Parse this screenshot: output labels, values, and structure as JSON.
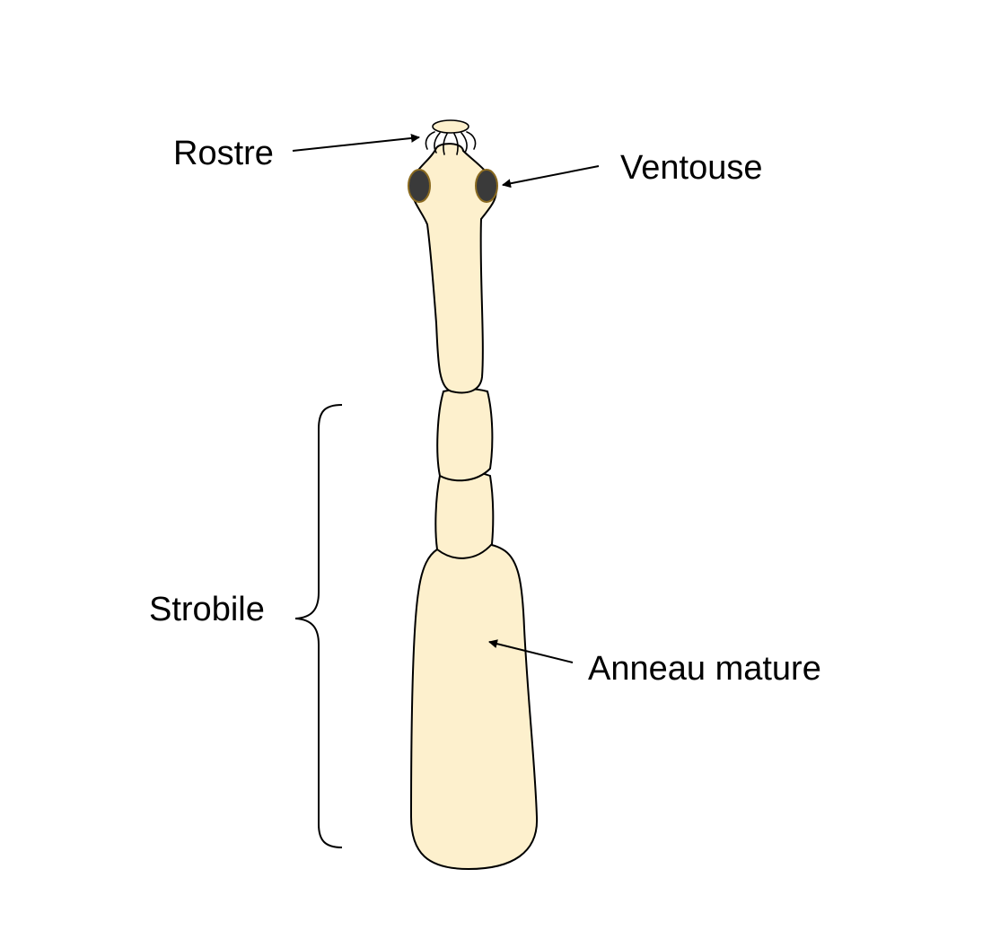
{
  "labels": {
    "rostre": "Rostre",
    "ventouse": "Ventouse",
    "strobile": "Strobile",
    "anneau_mature": "Anneau mature"
  },
  "colors": {
    "body_fill": "#fdf0cd",
    "outline": "#000000",
    "sucker_fill": "#3a3a3a",
    "sucker_stroke": "#8a6a20"
  }
}
